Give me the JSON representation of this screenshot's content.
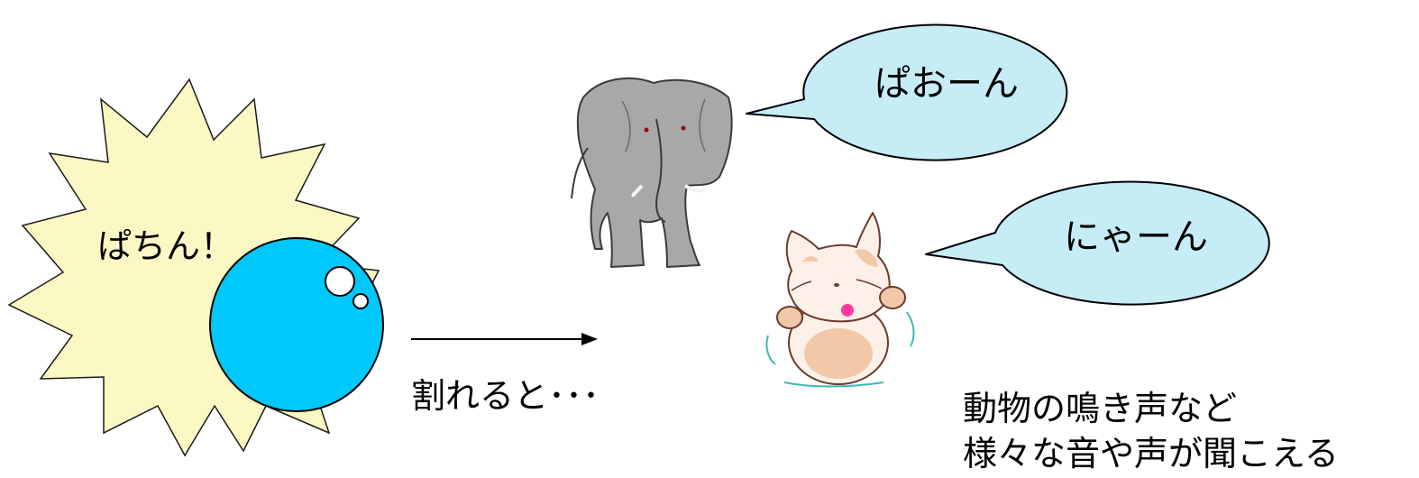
{
  "burst": {
    "text": "ぱちん！"
  },
  "arrow": {
    "caption": "割れると･･･"
  },
  "bubbles": [
    {
      "id": "elephant",
      "text": "ぱおーん"
    },
    {
      "id": "cat",
      "text": "にゃーん"
    }
  ],
  "note": {
    "lines": [
      "動物の鳴き声など",
      "様々な音や声が聞こえる"
    ]
  },
  "colors": {
    "burst_fill": "#fbf8c4",
    "balloon_fill": "#00c8fa",
    "bubble_fill": "#c6ecf6",
    "elephant": "#a8a8a8",
    "cat_fill": "#fdf0e8",
    "cat_patch": "#f2c9a8"
  }
}
